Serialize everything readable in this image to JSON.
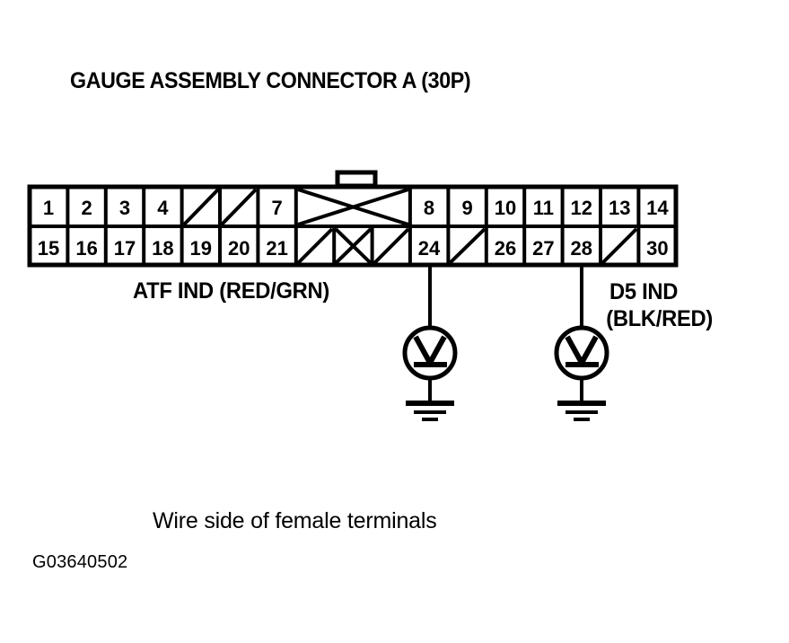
{
  "title": "GAUGE ASSEMBLY CONNECTOR A (30P)",
  "caption": "Wire side of female terminals",
  "figure_id": "G03640502",
  "colors": {
    "ink": "#000000",
    "background": "#ffffff"
  },
  "connector": {
    "name": "Gauge Assembly Connector A",
    "pin_count": "30P",
    "view": "Wire side of female terminals",
    "has_locking_tab": true,
    "top_row": [
      {
        "pin": "1",
        "state": "numbered"
      },
      {
        "pin": "2",
        "state": "numbered"
      },
      {
        "pin": "3",
        "state": "numbered"
      },
      {
        "pin": "4",
        "state": "numbered"
      },
      {
        "pin": "",
        "state": "blank-slash"
      },
      {
        "pin": "",
        "state": "blank-slash"
      },
      {
        "pin": "7",
        "state": "numbered"
      },
      {
        "pin": "",
        "state": "blank-cross-wide"
      },
      {
        "pin": "8",
        "state": "numbered"
      },
      {
        "pin": "9",
        "state": "numbered"
      },
      {
        "pin": "10",
        "state": "numbered"
      },
      {
        "pin": "11",
        "state": "numbered"
      },
      {
        "pin": "12",
        "state": "numbered"
      },
      {
        "pin": "13",
        "state": "numbered"
      },
      {
        "pin": "14",
        "state": "numbered"
      }
    ],
    "bottom_row": [
      {
        "pin": "15",
        "state": "numbered"
      },
      {
        "pin": "16",
        "state": "numbered"
      },
      {
        "pin": "17",
        "state": "numbered"
      },
      {
        "pin": "18",
        "state": "numbered"
      },
      {
        "pin": "19",
        "state": "numbered"
      },
      {
        "pin": "20",
        "state": "numbered"
      },
      {
        "pin": "21",
        "state": "numbered"
      },
      {
        "pin": "",
        "state": "blank-slash"
      },
      {
        "pin": "",
        "state": "blank-cross"
      },
      {
        "pin": "",
        "state": "blank-slash"
      },
      {
        "pin": "24",
        "state": "numbered"
      },
      {
        "pin": "",
        "state": "blank-slash"
      },
      {
        "pin": "26",
        "state": "numbered"
      },
      {
        "pin": "27",
        "state": "numbered"
      },
      {
        "pin": "28",
        "state": "numbered"
      },
      {
        "pin": "",
        "state": "blank-slash"
      },
      {
        "pin": "30",
        "state": "numbered"
      }
    ]
  },
  "measurements": [
    {
      "id": "atf",
      "label": "ATF IND (RED/GRN)",
      "pin": "24",
      "instrument": "voltmeter",
      "instrument_symbol": "V",
      "reference": "ground"
    },
    {
      "id": "d5",
      "label_line1": "D5 IND",
      "label_line2": "(BLK/RED)",
      "pin": "28",
      "instrument": "voltmeter",
      "instrument_symbol": "V",
      "reference": "ground"
    }
  ]
}
